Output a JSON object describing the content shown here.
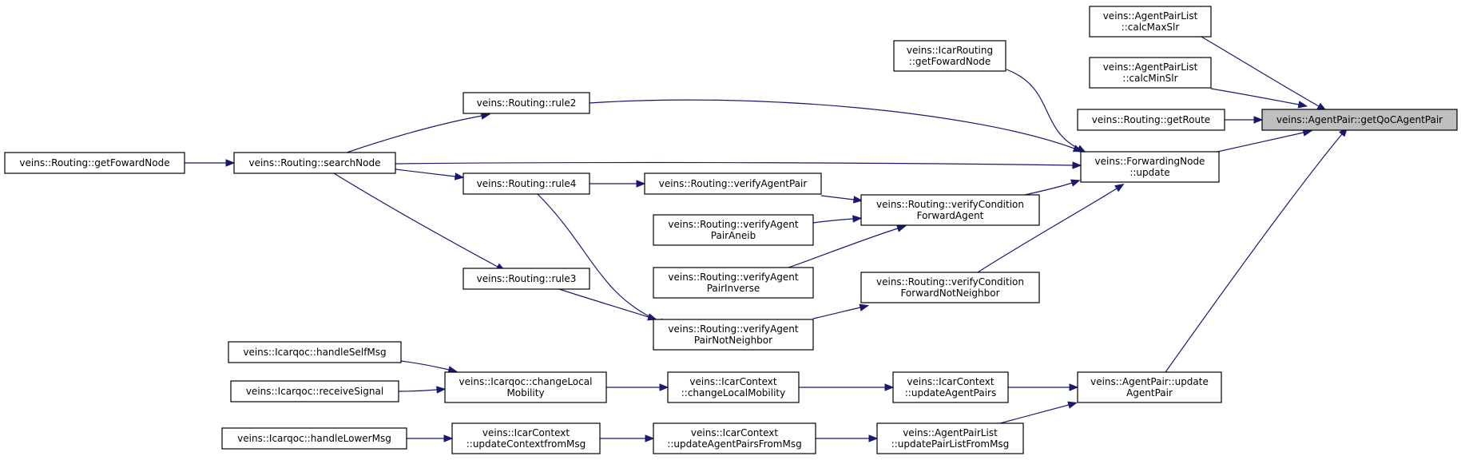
{
  "graph": {
    "root": "getqoc",
    "nodes": {
      "getqoc": {
        "lines": [
          "veins::AgentPair::getQoCAgentPair"
        ]
      },
      "calcmax": {
        "lines": [
          "veins::AgentPairList",
          "::calcMaxSlr"
        ]
      },
      "calcmin": {
        "lines": [
          "veins::AgentPairList",
          "::calcMinSlr"
        ]
      },
      "getroute": {
        "lines": [
          "veins::Routing::getRoute"
        ]
      },
      "fwdupdate": {
        "lines": [
          "veins::ForwardingNode",
          "::update"
        ]
      },
      "agentpairupdate": {
        "lines": [
          "veins::AgentPair::update",
          "AgentPair"
        ]
      },
      "icarrouting": {
        "lines": [
          "veins::IcarRouting",
          "::getFowardNode"
        ]
      },
      "rule2": {
        "lines": [
          "veins::Routing::rule2"
        ]
      },
      "searchnode": {
        "lines": [
          "veins::Routing::searchNode"
        ]
      },
      "routinggetfwd": {
        "lines": [
          "veins::Routing::getFowardNode"
        ]
      },
      "vcfa": {
        "lines": [
          "veins::Routing::verifyCondition",
          "ForwardAgent"
        ]
      },
      "vcfnn": {
        "lines": [
          "veins::Routing::verifyCondition",
          "ForwardNotNeighbor"
        ]
      },
      "verifyagentpair": {
        "lines": [
          "veins::Routing::verifyAgentPair"
        ]
      },
      "rule4": {
        "lines": [
          "veins::Routing::rule4"
        ]
      },
      "aneib": {
        "lines": [
          "veins::Routing::verifyAgent",
          "PairAneib"
        ]
      },
      "inverse": {
        "lines": [
          "veins::Routing::verifyAgent",
          "PairInverse"
        ]
      },
      "notneighbor": {
        "lines": [
          "veins::Routing::verifyAgent",
          "PairNotNeighbor"
        ]
      },
      "rule3": {
        "lines": [
          "veins::Routing::rule3"
        ]
      },
      "updateagentpairs": {
        "lines": [
          "veins::IcarContext",
          "::updateAgentPairs"
        ]
      },
      "updatepairlist": {
        "lines": [
          "veins::AgentPairList",
          "::updatePairListFromMsg"
        ]
      },
      "ctxchangelocal": {
        "lines": [
          "veins::IcarContext",
          "::changeLocalMobility"
        ]
      },
      "qocchangelocal": {
        "lines": [
          "veins::Icarqoc::changeLocal",
          "Mobility"
        ]
      },
      "handleself": {
        "lines": [
          "veins::Icarqoc::handleSelfMsg"
        ]
      },
      "receivesignal": {
        "lines": [
          "veins::Icarqoc::receiveSignal"
        ]
      },
      "updatefrommsg": {
        "lines": [
          "veins::IcarContext",
          "::updateAgentPairsFromMsg"
        ]
      },
      "updatectx": {
        "lines": [
          "veins::IcarContext",
          "::updateContextfromMsg"
        ]
      },
      "handlelower": {
        "lines": [
          "veins::Icarqoc::handleLowerMsg"
        ]
      }
    },
    "edges": [
      [
        "calcmax",
        "getqoc"
      ],
      [
        "calcmin",
        "getqoc"
      ],
      [
        "getroute",
        "getqoc"
      ],
      [
        "fwdupdate",
        "getqoc"
      ],
      [
        "agentpairupdate",
        "getqoc"
      ],
      [
        "icarrouting",
        "fwdupdate"
      ],
      [
        "rule2",
        "fwdupdate"
      ],
      [
        "searchnode",
        "fwdupdate"
      ],
      [
        "vcfa",
        "fwdupdate"
      ],
      [
        "vcfnn",
        "fwdupdate"
      ],
      [
        "searchnode",
        "rule2"
      ],
      [
        "routinggetfwd",
        "searchnode"
      ],
      [
        "searchnode",
        "rule4"
      ],
      [
        "searchnode",
        "rule3"
      ],
      [
        "verifyagentpair",
        "vcfa"
      ],
      [
        "aneib",
        "vcfa"
      ],
      [
        "inverse",
        "vcfa"
      ],
      [
        "rule4",
        "verifyagentpair"
      ],
      [
        "notneighbor",
        "vcfnn"
      ],
      [
        "rule4",
        "notneighbor"
      ],
      [
        "rule3",
        "notneighbor"
      ],
      [
        "updateagentpairs",
        "agentpairupdate"
      ],
      [
        "updatepairlist",
        "agentpairupdate"
      ],
      [
        "ctxchangelocal",
        "updateagentpairs"
      ],
      [
        "qocchangelocal",
        "ctxchangelocal"
      ],
      [
        "handleself",
        "qocchangelocal"
      ],
      [
        "receivesignal",
        "qocchangelocal"
      ],
      [
        "updatefrommsg",
        "updatepairlist"
      ],
      [
        "updatectx",
        "updatefrommsg"
      ],
      [
        "handlelower",
        "updatectx"
      ]
    ]
  }
}
